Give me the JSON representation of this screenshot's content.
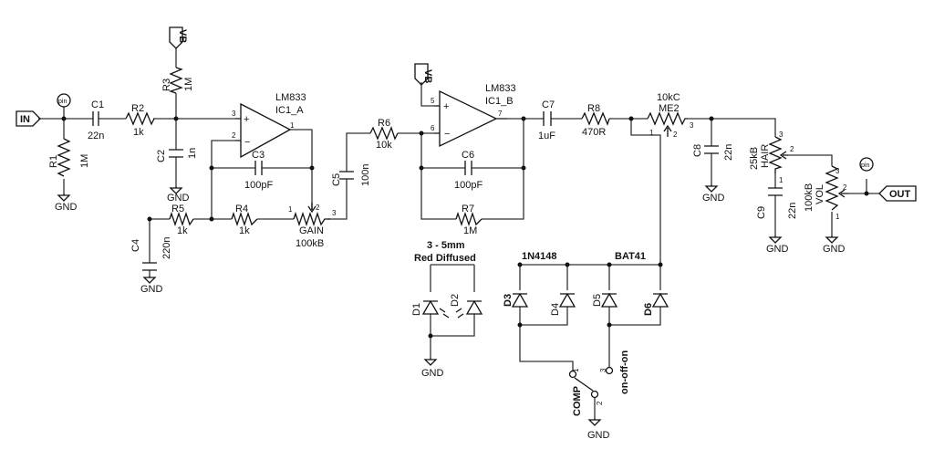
{
  "ports": {
    "in": "IN",
    "out": "OUT",
    "vb1": "VB",
    "vb2": "VB",
    "pin1": "pin",
    "pin2": "pin"
  },
  "gnd": "GND",
  "components": {
    "R1": {
      "ref": "R1",
      "value": "1M"
    },
    "C1": {
      "ref": "C1",
      "value": "22n"
    },
    "R2": {
      "ref": "R2",
      "value": "1k"
    },
    "R3": {
      "ref": "R3",
      "value": "1M"
    },
    "C2": {
      "ref": "C2",
      "value": "1n"
    },
    "IC1A": {
      "ref": "IC1_A",
      "part": "LM833"
    },
    "C3": {
      "ref": "C3",
      "value": "100pF"
    },
    "R5": {
      "ref": "R5",
      "value": "1k"
    },
    "R4": {
      "ref": "R4",
      "value": "1k"
    },
    "C4": {
      "ref": "C4",
      "value": "220n"
    },
    "GAIN": {
      "ref": "GAIN",
      "value": "100kB"
    },
    "C5": {
      "ref": "C5",
      "value": "100n"
    },
    "R6": {
      "ref": "R6",
      "value": "10k"
    },
    "IC1B": {
      "ref": "IC1_B",
      "part": "LM833"
    },
    "C6": {
      "ref": "C6",
      "value": "100pF"
    },
    "R7": {
      "ref": "R7",
      "value": "1M"
    },
    "C7": {
      "ref": "C7",
      "value": "1uF"
    },
    "R8": {
      "ref": "R8",
      "value": "470R"
    },
    "ME2": {
      "ref": "ME2",
      "value": "10kC"
    },
    "C8": {
      "ref": "C8",
      "value": "22n"
    },
    "HAIR": {
      "ref": "HAIR",
      "value": "25kB"
    },
    "C9": {
      "ref": "C9",
      "value": "22n"
    },
    "VOL": {
      "ref": "VOL",
      "value": "100kB"
    },
    "D1": {
      "ref": "D1"
    },
    "D2": {
      "ref": "D2"
    },
    "D3": {
      "ref": "D3"
    },
    "D4": {
      "ref": "D4"
    },
    "D5": {
      "ref": "D5"
    },
    "D6": {
      "ref": "D6"
    },
    "COMP": {
      "ref": "COMP",
      "mode": "on-off-on"
    }
  },
  "notes": {
    "led_line1": "3 - 5mm",
    "led_line2": "Red Diffused",
    "si_diodes": "1N4148",
    "ge_diodes": "BAT41"
  },
  "pins": {
    "p1": "1",
    "p2": "2",
    "p3": "3",
    "p5": "5",
    "p6": "6",
    "p7": "7"
  }
}
